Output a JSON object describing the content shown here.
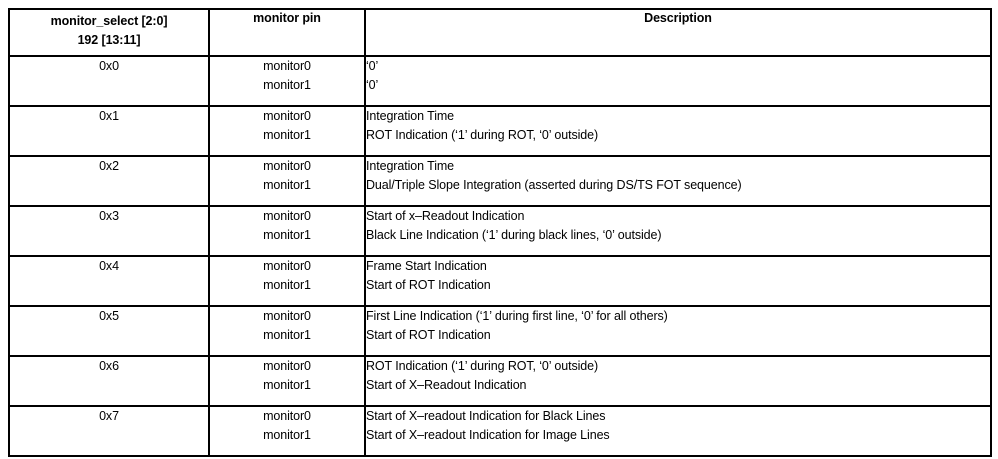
{
  "table": {
    "columns": [
      {
        "id": "monitor_select",
        "header_line1": "monitor_select [2:0]",
        "header_line2": "192 [13:11]"
      },
      {
        "id": "monitor_pin",
        "header": "monitor pin"
      },
      {
        "id": "description",
        "header": "Description"
      }
    ],
    "rows": [
      {
        "select": "0x0",
        "pin0": "monitor0",
        "pin1": "monitor1",
        "desc0": "‘0’",
        "desc1": "‘0’"
      },
      {
        "select": "0x1",
        "pin0": "monitor0",
        "pin1": "monitor1",
        "desc0": "Integration Time",
        "desc1": "ROT Indication (‘1’ during ROT, ‘0’ outside)"
      },
      {
        "select": "0x2",
        "pin0": "monitor0",
        "pin1": "monitor1",
        "desc0": "Integration Time",
        "desc1": "Dual/Triple Slope Integration (asserted during DS/TS FOT sequence)"
      },
      {
        "select": "0x3",
        "pin0": "monitor0",
        "pin1": "monitor1",
        "desc0": "Start of x–Readout Indication",
        "desc1": "Black Line Indication (‘1’ during black lines, ‘0’ outside)"
      },
      {
        "select": "0x4",
        "pin0": "monitor0",
        "pin1": "monitor1",
        "desc0": "Frame Start Indication",
        "desc1": "Start of ROT Indication"
      },
      {
        "select": "0x5",
        "pin0": "monitor0",
        "pin1": "monitor1",
        "desc0": "First Line Indication (‘1’ during first line, ‘0’ for all others)",
        "desc1": "Start of ROT Indication"
      },
      {
        "select": "0x6",
        "pin0": "monitor0",
        "pin1": "monitor1",
        "desc0": "ROT Indication (‘1’ during ROT, ‘0’ outside)",
        "desc1": "Start of X–Readout Indication"
      },
      {
        "select": "0x7",
        "pin0": "monitor0",
        "pin1": "monitor1",
        "desc0": "Start of X–readout Indication for Black Lines",
        "desc1": "Start of X–readout Indication for Image Lines"
      }
    ]
  },
  "colors": {
    "background": "#ffffff",
    "text": "#000000",
    "border": "#000000"
  }
}
